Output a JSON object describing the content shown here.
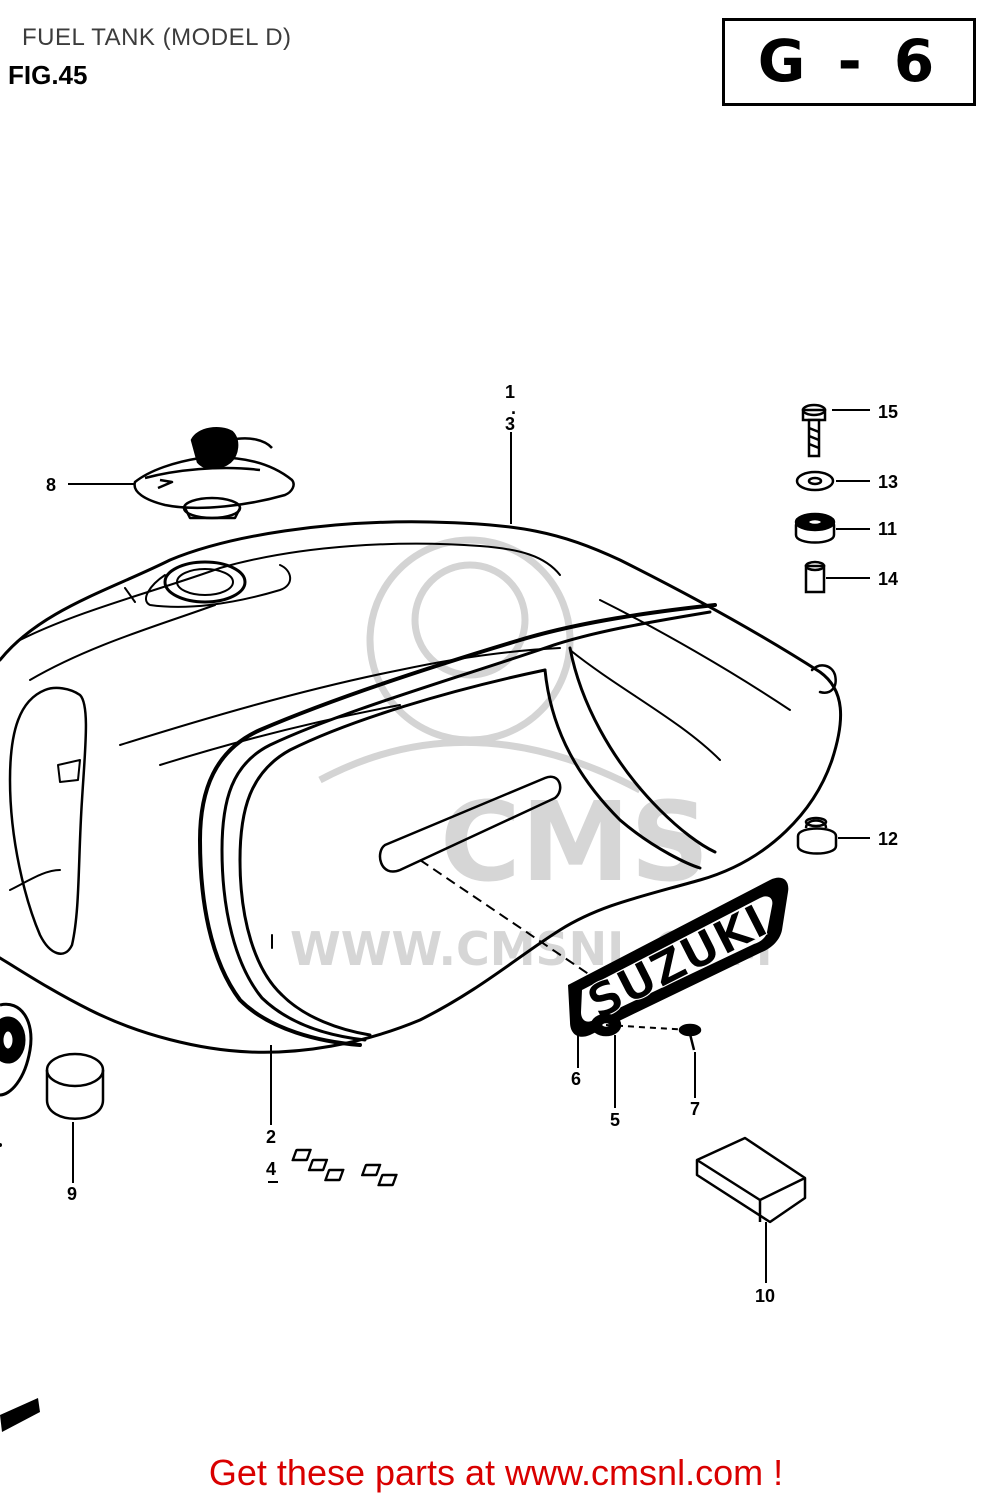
{
  "header": {
    "title": "FUEL TANK (MODEL D)",
    "fig_label": "FIG.45",
    "section_code": "G - 6"
  },
  "badge_text": "SUZUKI",
  "watermark": {
    "logo_text": "CMS",
    "url_text": "WWW.CMSNL.COM"
  },
  "callouts": {
    "c1": "1",
    "c3": "3",
    "c2": "2",
    "c4": "4",
    "c5": "5",
    "c6": "6",
    "c7": "7",
    "c8": "8",
    "c9": "9",
    "c10": "10",
    "c11": "11",
    "c12": "12",
    "c13": "13",
    "c14": "14",
    "c15": "15"
  },
  "footer": {
    "text": "Get these parts at www.cmsnl.com !"
  },
  "colors": {
    "line": "#000000",
    "footer": "#d90000",
    "watermark": "#d4d4d4"
  }
}
